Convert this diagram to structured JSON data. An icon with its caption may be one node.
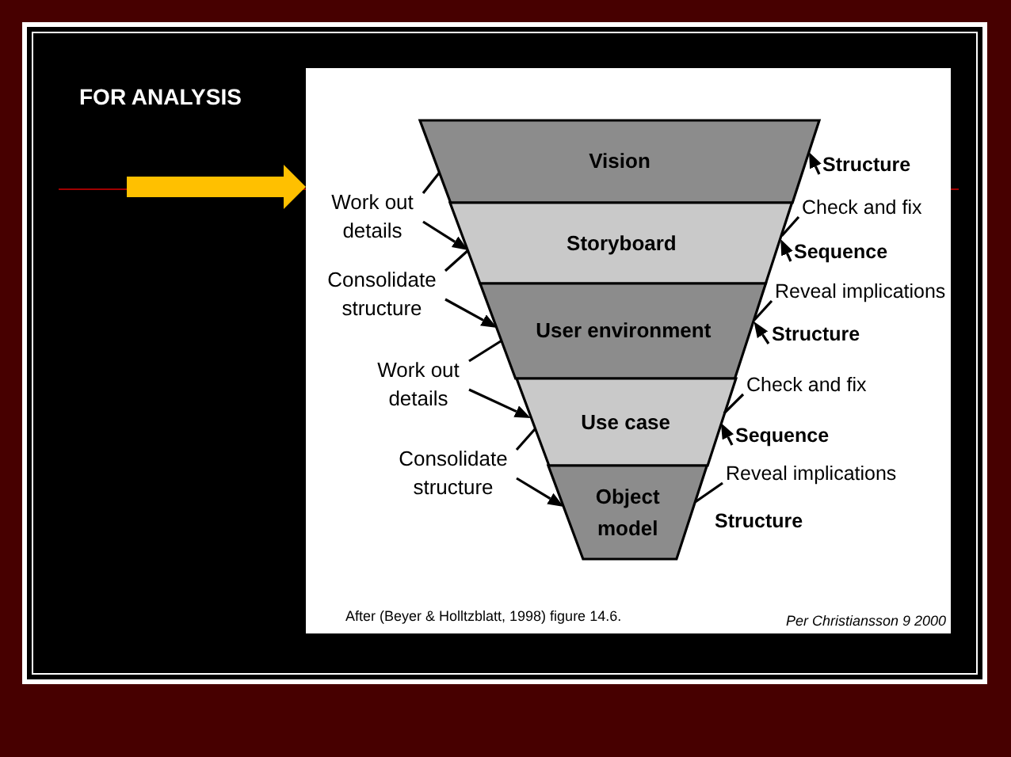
{
  "diagram": {
    "title": "FOR ANALYSIS",
    "nodes": [
      {
        "text": [],
        "shape": "box"
      },
      {
        "text": [
          "Vision"
        ],
        "in": 0
      },
      {
        "text": [
          "Storyboard"
        ],
        "in": 0
      },
      {
        "text": [
          "User environment"
        ],
        "in": 0
      },
      {
        "text": [
          "Use case"
        ],
        "in": 0
      },
      {
        "text": [
          "Object model"
        ],
        "in": 0
      },
      {
        "text": [
          "Work out details"
        ],
        "in": 0
      },
      {
        "text": [
          "Consolidate structure"
        ],
        "in": 0
      },
      {
        "text": [
          "Work out details"
        ],
        "in": 0
      },
      {
        "text": [
          "Consolidate structure"
        ],
        "in": 0
      },
      {
        "text": [
          "Structure"
        ],
        "in": 0
      },
      {
        "text": [
          "Check and fix"
        ],
        "in": 0
      },
      {
        "text": [
          "Sequence"
        ],
        "in": 0
      },
      {
        "text": [
          "Reveal implications"
        ],
        "in": 0
      },
      {
        "text": [
          "Structure"
        ],
        "in": 0
      },
      {
        "text": [
          "Check and fix"
        ],
        "in": 0
      },
      {
        "text": [
          "Sequence"
        ],
        "in": 0
      },
      {
        "text": [
          "Reveal implications"
        ],
        "in": 0
      }
    ],
    "edges": [
      {
        "from": null,
        "to": 0,
        "arrow": "to",
        "style": "thick",
        "color": "#ffc000"
      },
      {
        "from": 1,
        "to": 6,
        "arrow": "none"
      },
      {
        "from": 6,
        "to": 2,
        "arrow": "to"
      },
      {
        "from": 2,
        "to": 7,
        "arrow": "none"
      },
      {
        "from": 7,
        "to": 3,
        "arrow": "to"
      },
      {
        "from": 3,
        "to": 8,
        "arrow": "none"
      },
      {
        "from": 8,
        "to": 4,
        "arrow": "to"
      },
      {
        "from": 4,
        "to": 9,
        "arrow": "none"
      },
      {
        "from": 9,
        "to": 5,
        "arrow": "to"
      },
      {
        "from": 10,
        "to": 1,
        "arrow": "to"
      },
      {
        "from": 11,
        "to": 2,
        "arrow": "none"
      },
      {
        "from": 12,
        "to": 2,
        "arrow": "to"
      },
      {
        "from": 13,
        "to": 3,
        "arrow": "none"
      },
      {
        "from": 14,
        "to": 3,
        "arrow": "to"
      },
      {
        "from": 15,
        "to": 4,
        "arrow": "none"
      },
      {
        "from": 16,
        "to": 4,
        "arrow": "to"
      },
      {
        "from": 17,
        "to": 5,
        "arrow": "none"
      }
    ],
    "labels": [
      "Structure",
      "After (Beyer & Holltzblatt, 1998) figure 14.6.",
      "Per Christiansson 9 2000"
    ]
  }
}
